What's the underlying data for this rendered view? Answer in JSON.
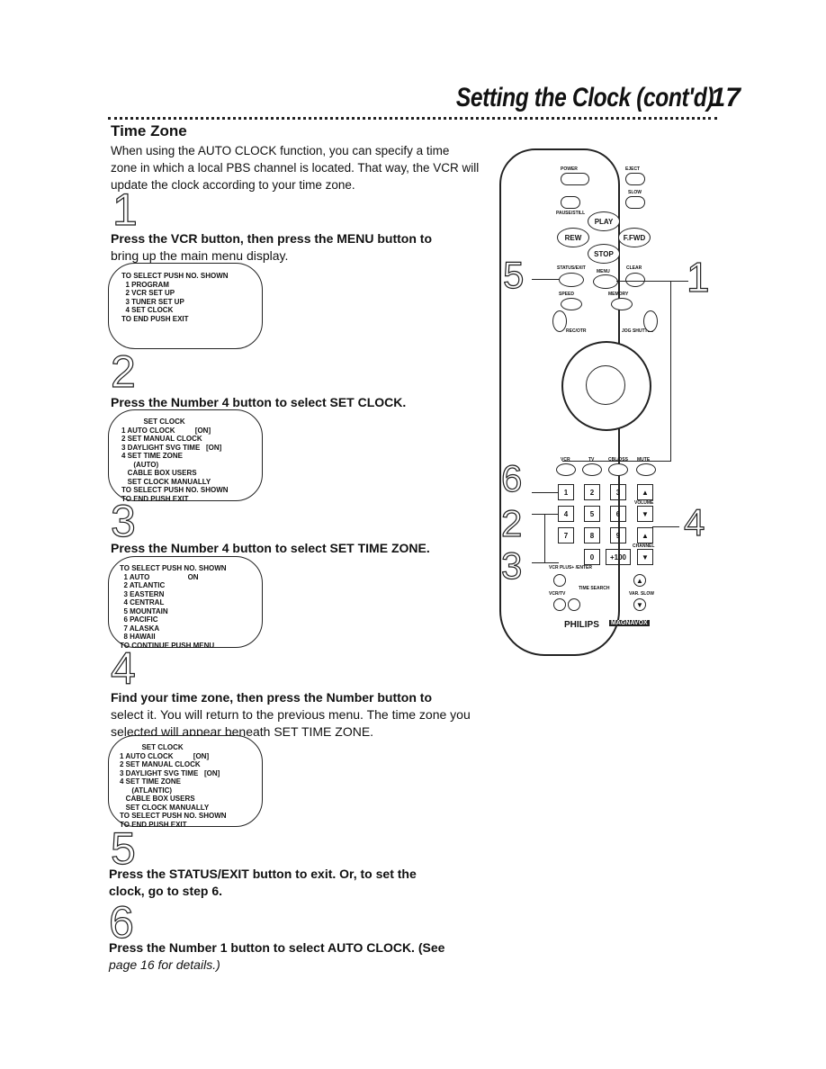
{
  "header": {
    "title": "Setting the Clock (cont'd)",
    "page_number": "17"
  },
  "section": {
    "title": "Time Zone",
    "intro": [
      "When using the AUTO CLOCK function, you can specify a time",
      "zone in which a local PBS channel is located. That way, the VCR will",
      "update the clock according to your time zone."
    ]
  },
  "steps": [
    {
      "number": "1",
      "lines": [
        "Press the VCR button, then press the MENU button to",
        "bring up the main menu display."
      ]
    },
    {
      "number": "2",
      "lines": [
        "Press the Number 4 button to select SET CLOCK."
      ]
    },
    {
      "number": "3",
      "lines": [
        "Press the Number 4 button to select SET TIME ZONE."
      ]
    },
    {
      "number": "4",
      "lines": [
        "Find your time zone, then press the Number button to",
        "select it. You will return to the previous menu. The time zone you",
        "selected will appear beneath SET TIME ZONE."
      ]
    },
    {
      "number": "5",
      "lines": [
        "Press the STATUS/EXIT button to exit. Or, to set the",
        "clock, go to step 6."
      ]
    },
    {
      "number": "6",
      "lines": [
        "Press the Number 1 button to select AUTO CLOCK. (See",
        "page 16 for details.)"
      ]
    }
  ],
  "screens": {
    "main_menu": [
      "TO SELECT PUSH NO. SHOWN",
      "  1 PROGRAM",
      "  2 VCR SET UP",
      "  3 TUNER SET UP",
      "  4 SET CLOCK",
      "",
      "",
      "TO END PUSH EXIT"
    ],
    "set_clock_1": [
      "           SET CLOCK",
      "1 AUTO CLOCK          [ON]",
      "2 SET MANUAL CLOCK",
      "3 DAYLIGHT SVG TIME   [ON]",
      "4 SET TIME ZONE",
      "      (AUTO)",
      "   CABLE BOX USERS",
      "   SET CLOCK MANUALLY",
      "TO SELECT PUSH NO. SHOWN",
      "TO END PUSH EXIT"
    ],
    "time_zone": [
      "TO SELECT PUSH NO. SHOWN",
      "  1 AUTO                   ON",
      "  2 ATLANTIC",
      "  3 EASTERN",
      "  4 CENTRAL",
      "  5 MOUNTAIN",
      "  6 PACIFIC",
      "  7 ALASKA",
      "  8 HAWAII",
      "TO CONTINUE PUSH MENU"
    ],
    "set_clock_2": [
      "           SET CLOCK",
      "1 AUTO CLOCK          [ON]",
      "2 SET MANUAL CLOCK",
      "3 DAYLIGHT SVG TIME   [ON]",
      "4 SET TIME ZONE",
      "      (ATLANTIC)",
      "   CABLE BOX USERS",
      "   SET CLOCK MANUALLY",
      "TO SELECT PUSH NO. SHOWN",
      "TO END PUSH EXIT"
    ]
  },
  "remote": {
    "labels": {
      "power": "POWER",
      "eject": "EJECT",
      "slow": "SLOW",
      "pause": "PAUSE/STILL",
      "play": "PLAY",
      "rew": "REW",
      "ffwd": "F.FWD",
      "stop": "STOP",
      "status": "STATUS/EXIT",
      "menu": "MENU",
      "clear": "CLEAR",
      "speed": "SPEED",
      "memory": "MEMORY",
      "record": "REC/OTR",
      "jog": "JOG SHUTTLE",
      "vcr": "VCR",
      "tv": "TV",
      "cbl": "CBL/DSS",
      "mute": "MUTE",
      "volume": "VOLUME",
      "channel": "CHANNEL",
      "vcrplus": "VCR PLUS+ /ENTER",
      "time_search": "TIME SEARCH",
      "vcrtv": "VCR/TV",
      "varslow": "VAR. SLOW",
      "brand": "PHILIPS",
      "brand2": "MAGNAVOX"
    },
    "keys": [
      "1",
      "2",
      "3",
      "4",
      "5",
      "6",
      "7",
      "8",
      "9",
      "0",
      "+100"
    ],
    "callouts": {
      "left_top": "5",
      "left_mid": "6",
      "left_2": "2",
      "left_3": "3",
      "right_top": "1",
      "right_4": "4"
    }
  }
}
